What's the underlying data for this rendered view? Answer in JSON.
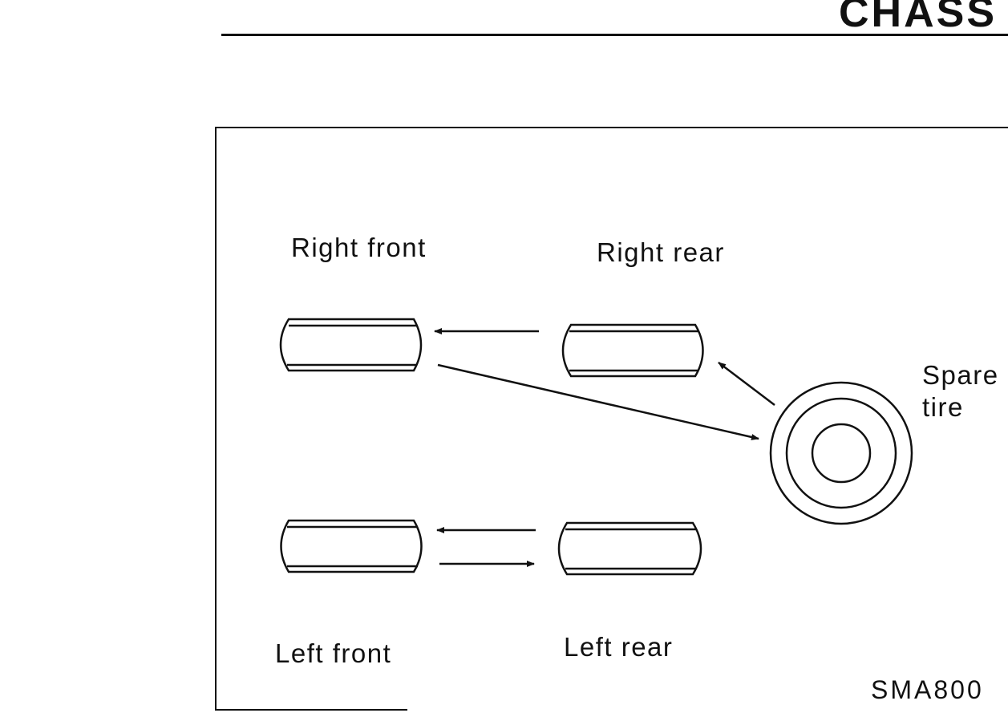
{
  "header": {
    "title": "CHASS"
  },
  "labels": {
    "right_front": "Right front",
    "right_rear": "Right rear",
    "left_front": "Left front",
    "left_rear": "Left rear",
    "spare_line1": "Spare",
    "spare_line2": "tire"
  },
  "figure_code": "SMA800",
  "colors": {
    "ink": "#111111",
    "background": "#ffffff"
  }
}
